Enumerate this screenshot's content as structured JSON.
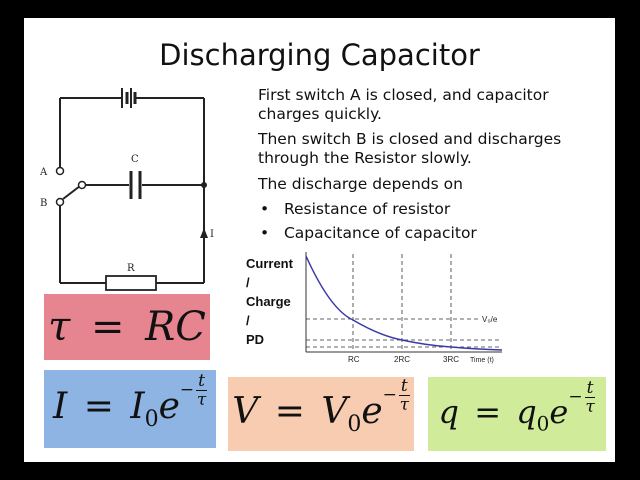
{
  "slide": {
    "title": "Discharging Capacitor"
  },
  "text": {
    "line1": "First switch A is closed, and capacitor",
    "line2": "charges quickly.",
    "line3": "Then switch B is closed and discharges",
    "line4": "through the Resistor slowly.",
    "line5": "The discharge depends on",
    "bullets": [
      "Resistance of resistor",
      "Capacitance of capacitor"
    ]
  },
  "circuit": {
    "switch_a": "A",
    "switch_b": "B",
    "capacitor": "C",
    "current": "I",
    "resistor": "R"
  },
  "graph": {
    "ylabel": [
      "Current",
      "/",
      "Charge",
      "/",
      "PD"
    ],
    "ticks": [
      "RC",
      "2RC",
      "3RC"
    ],
    "time_label": "Time (t)",
    "v0e_label": "V₀/e",
    "curve_color": "#3a3aa8"
  },
  "equations": {
    "tau": {
      "lhs": "τ",
      "eq": "=",
      "rhs": "RC",
      "bg": "#e6848f"
    },
    "current": {
      "lhs": "I",
      "eq": "=",
      "base": "I",
      "sub": "0",
      "e": "e",
      "minus": "−",
      "num": "t",
      "den": "τ",
      "bg": "#8eb4e3"
    },
    "voltage": {
      "lhs": "V",
      "eq": "=",
      "base": "V",
      "sub": "0",
      "e": "e",
      "minus": "−",
      "num": "t",
      "den": "τ",
      "bg": "#f7ccb1"
    },
    "charge": {
      "lhs": "q",
      "eq": "=",
      "base": "q",
      "sub": "0",
      "e": "e",
      "minus": "−",
      "num": "t",
      "den": "τ",
      "bg": "#d0eb9a"
    }
  }
}
